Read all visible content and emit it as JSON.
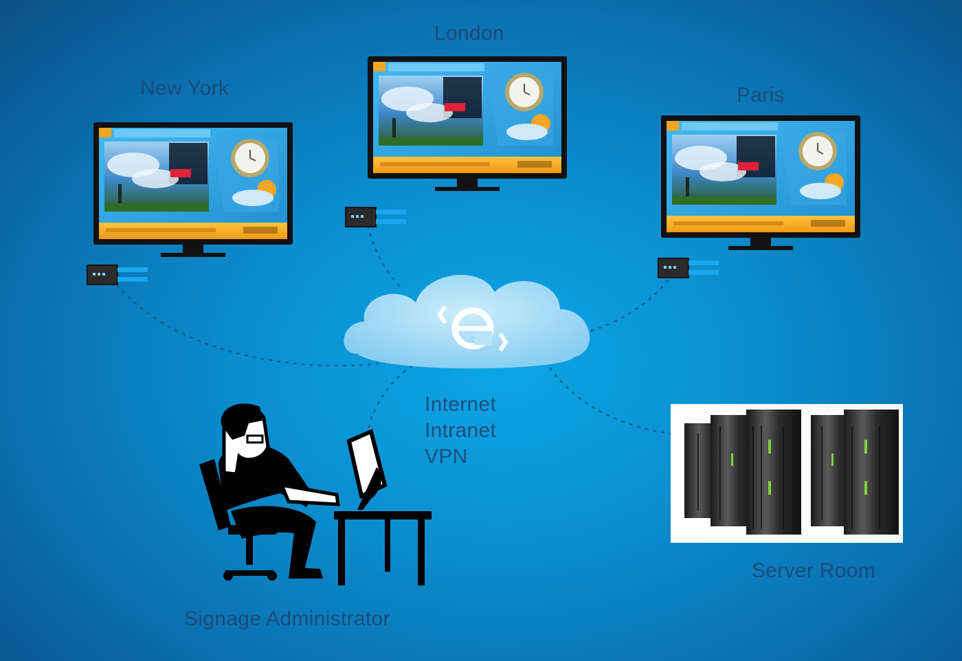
{
  "locations": {
    "new_york": "New York",
    "london": "London",
    "paris": "Paris"
  },
  "network": {
    "line1": "Internet",
    "line2": "Intranet",
    "line3": "VPN"
  },
  "admin_label": "Signage Administrator",
  "server_label": "Server Room",
  "colors": {
    "background": "#0a8fd0",
    "label": "#1c4a78",
    "screen_orange": "#f6a623",
    "screen_blue": "#29a9e8"
  },
  "icons": {
    "cloud": "cloud-e-icon",
    "monitor": "digital-signage-monitor-icon",
    "player": "media-player-icon",
    "admin": "person-at-computer-icon",
    "server": "server-rack-icon"
  }
}
